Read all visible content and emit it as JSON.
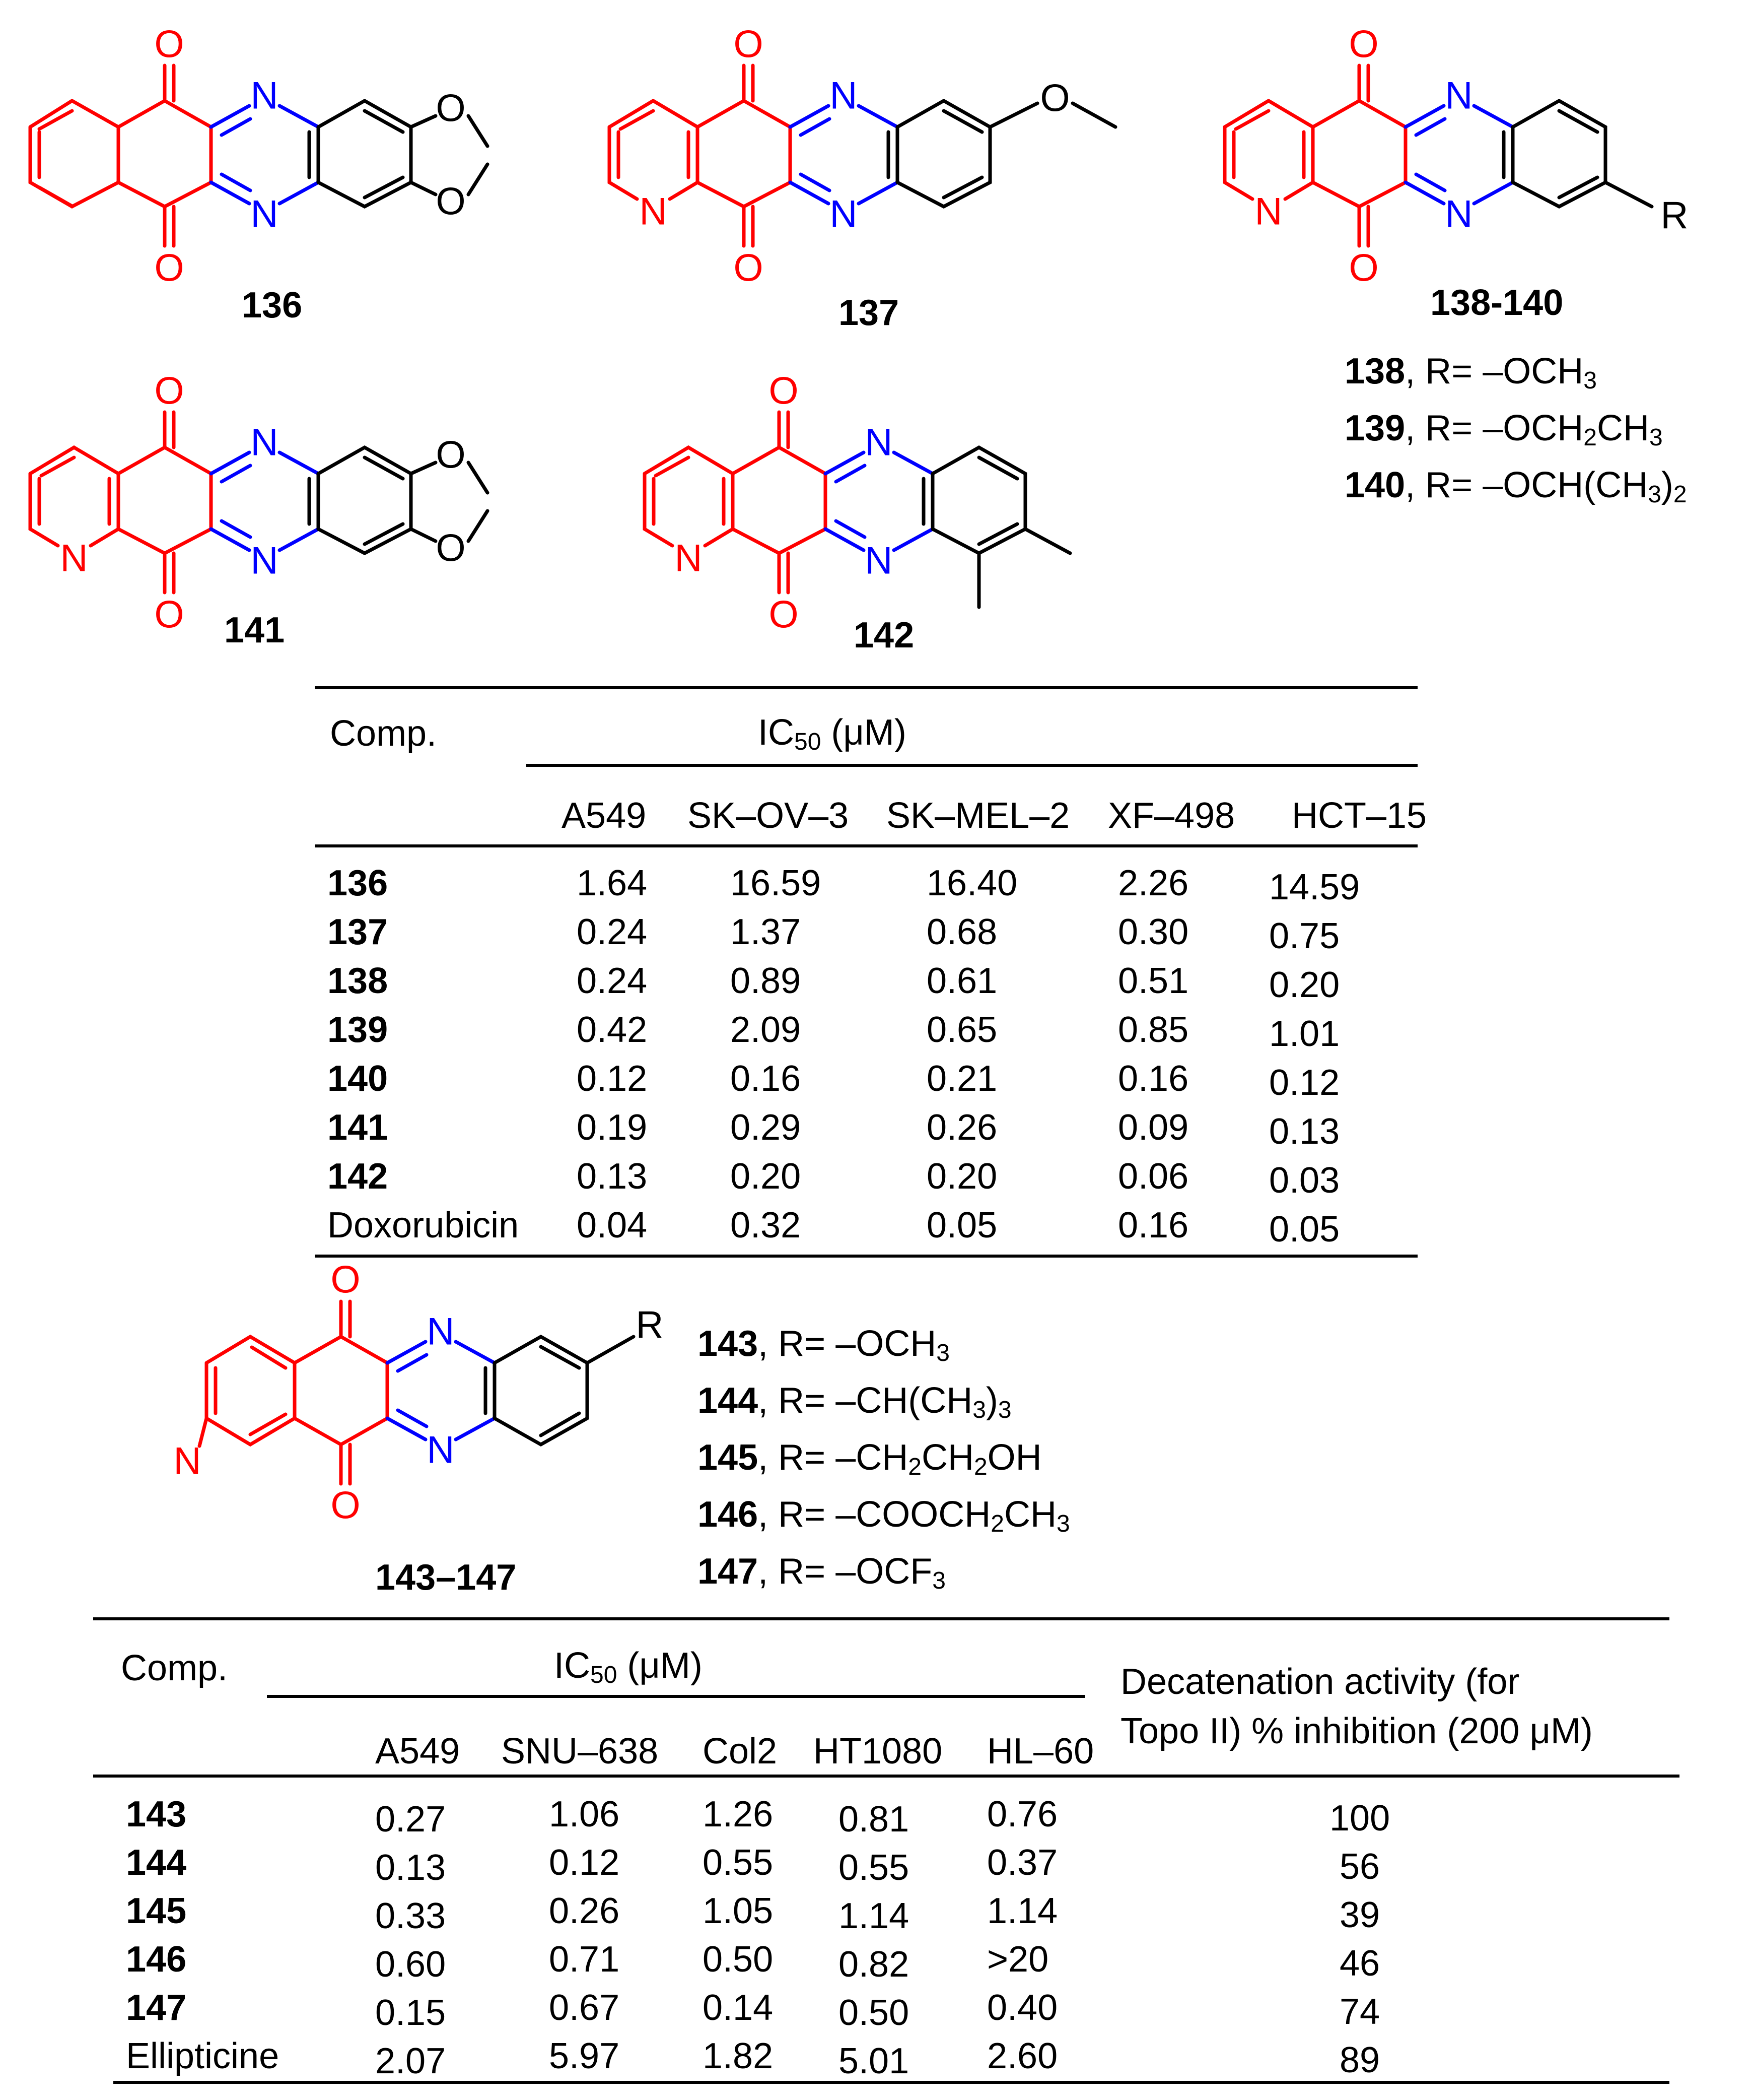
{
  "compounds": {
    "c136": "136",
    "c137": "137",
    "c138_140": "138-140",
    "c141": "141",
    "c142": "142",
    "c143_147": "143–147"
  },
  "atoms": {
    "N": "N",
    "O": "O",
    "R": "R"
  },
  "r_groups_1": [
    {
      "id": "138",
      "sep": ", R= ",
      "formula": [
        "–OCH",
        "3",
        ""
      ]
    },
    {
      "id": "139",
      "sep": ", R= ",
      "formula": [
        "–OCH",
        "2",
        "CH",
        "3",
        ""
      ]
    },
    {
      "id": "140",
      "sep": ", R= ",
      "formula": [
        "–OCH(CH",
        "3",
        ")",
        "2",
        ""
      ]
    }
  ],
  "r_groups_2": [
    {
      "id": "143",
      "sep": ", R= ",
      "formula": [
        "–OCH",
        "3",
        ""
      ]
    },
    {
      "id": "144",
      "sep": ", R= ",
      "formula": [
        "–CH(CH",
        "3",
        ")",
        "3",
        ""
      ]
    },
    {
      "id": "145",
      "sep": ", R= ",
      "formula": [
        "–CH",
        "2",
        "CH",
        "2",
        "OH"
      ]
    },
    {
      "id": "146",
      "sep": ", R= ",
      "formula": [
        "–COOCH",
        "2",
        "CH",
        "3",
        ""
      ]
    },
    {
      "id": "147",
      "sep": ", R= ",
      "formula": [
        "–OCF",
        "3",
        ""
      ]
    }
  ],
  "table1": {
    "comp_label": "Comp.",
    "ic50_main": "IC",
    "ic50_sub": "50",
    "ic50_unit": " (μM)",
    "columns": [
      "A549",
      "SK–OV–3",
      "SK–MEL–2",
      "XF–498",
      "HCT–15"
    ],
    "rows": [
      {
        "name": "136",
        "bold": true,
        "values": [
          "1.64",
          "16.59",
          "16.40",
          "2.26",
          "14.59"
        ]
      },
      {
        "name": "137",
        "bold": true,
        "values": [
          "0.24",
          "1.37",
          "0.68",
          "0.30",
          "0.75"
        ]
      },
      {
        "name": "138",
        "bold": true,
        "values": [
          "0.24",
          "0.89",
          "0.61",
          "0.51",
          "0.20"
        ]
      },
      {
        "name": "139",
        "bold": true,
        "values": [
          "0.42",
          "2.09",
          "0.65",
          "0.85",
          "1.01"
        ]
      },
      {
        "name": "140",
        "bold": true,
        "values": [
          "0.12",
          "0.16",
          "0.21",
          "0.16",
          "0.12"
        ]
      },
      {
        "name": "141",
        "bold": true,
        "values": [
          "0.19",
          "0.29",
          "0.26",
          "0.09",
          "0.13"
        ]
      },
      {
        "name": "142",
        "bold": true,
        "values": [
          "0.13",
          "0.20",
          "0.20",
          "0.06",
          "0.03"
        ]
      },
      {
        "name": "Doxorubicin",
        "bold": false,
        "values": [
          "0.04",
          "0.32",
          "0.05",
          "0.16",
          "0.05"
        ]
      }
    ]
  },
  "table2": {
    "comp_label": "Comp.",
    "ic50_main": "IC",
    "ic50_sub": "50",
    "ic50_unit": " (μM)",
    "decat_line1": "Decatenation activity (for",
    "decat_line2": "Topo II) % inhibition (200 μM)",
    "columns": [
      "A549",
      "SNU–638",
      "Col2",
      "HT1080",
      "HL–60"
    ],
    "rows": [
      {
        "name": "143",
        "bold": true,
        "values": [
          "0.27",
          "1.06",
          "1.26",
          "0.81",
          "0.76"
        ],
        "decat": "100"
      },
      {
        "name": "144",
        "bold": true,
        "values": [
          "0.13",
          "0.12",
          "0.55",
          "0.55",
          "0.37"
        ],
        "decat": "56"
      },
      {
        "name": "145",
        "bold": true,
        "values": [
          "0.33",
          "0.26",
          "1.05",
          "1.14",
          "1.14"
        ],
        "decat": "39"
      },
      {
        "name": "146",
        "bold": true,
        "values": [
          "0.60",
          "0.71",
          "0.50",
          "0.82",
          ">20"
        ],
        "decat": "46"
      },
      {
        "name": "147",
        "bold": true,
        "values": [
          "0.15",
          "0.67",
          "0.14",
          "0.50",
          "0.40"
        ],
        "decat": "74"
      },
      {
        "name": "Ellipticine",
        "bold": false,
        "values": [
          "2.07",
          "5.97",
          "1.82",
          "5.01",
          "2.60"
        ],
        "decat": "89"
      }
    ]
  },
  "colors": {
    "red": "#ff0000",
    "blue": "#0000ff",
    "black": "#000000"
  }
}
